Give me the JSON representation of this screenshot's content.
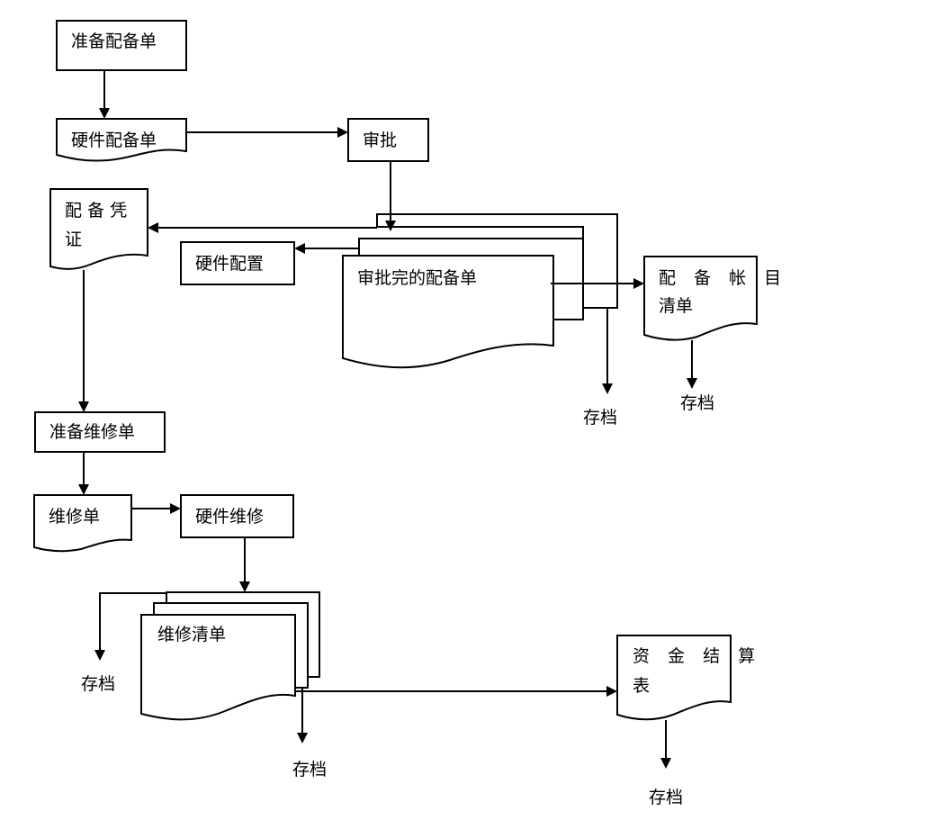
{
  "diagram": {
    "nodes": {
      "prep_config_order": "准备配备单",
      "hw_config_order": "硬件配备单",
      "approve": "审批",
      "config_voucher_line1": "配 备 凭",
      "config_voucher_line2": "证",
      "hw_config": "硬件配置",
      "approved_config_order": "审批完的配备单",
      "config_account_line1": "配 备 帐 目",
      "config_account_line2": "清单",
      "prep_repair_order": "准备维修单",
      "repair_order": "维修单",
      "hw_repair": "硬件维修",
      "repair_list": "维修清单",
      "fund_settlement_line1": "资 金 结 算",
      "fund_settlement_line2": "表"
    },
    "archive_label": "存档"
  }
}
